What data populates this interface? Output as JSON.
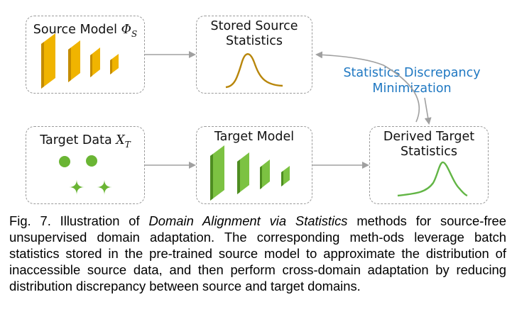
{
  "diagram": {
    "source_model": {
      "label": "Source Model",
      "symbol": "Φ",
      "subscript": "S"
    },
    "stored_stats": {
      "line1": "Stored Source",
      "line2": "Statistics"
    },
    "stats_discrepancy": {
      "line1": "Statistics Discrepancy",
      "line2": "Minimization"
    },
    "target_data": {
      "label": "Target Data",
      "symbol": "X",
      "subscript": "T"
    },
    "target_model": {
      "label": "Target Model"
    },
    "derived_stats": {
      "line1": "Derived Target",
      "line2": "Statistics"
    },
    "colors": {
      "source_layer": "#f0b400",
      "source_layer_dark": "#c48c00",
      "target_layer": "#7cc242",
      "target_layer_dark": "#4e8d21",
      "stored_curve": "#b8860b",
      "derived_curve": "#62b545",
      "dot": "#6ab534",
      "arrow": "#a0a0a0",
      "note_text": "#1f78c2"
    },
    "icons": [
      "source-network-icon",
      "target-network-icon",
      "source-distribution-curve-icon",
      "target-distribution-curve-icon",
      "target-data-points-icon"
    ]
  },
  "caption": {
    "prefix": "Fig. 7. Illustration of ",
    "italic": "Domain Alignment via Statistics",
    "suffix": " methods for source-free unsupervised domain adaptation. The corresponding meth-ods leverage batch statistics stored in the pre-trained source model to approximate the distribution of inaccessible source data, and then perform cross-domain adaptation by reducing distribution discrepancy between source and target domains."
  }
}
